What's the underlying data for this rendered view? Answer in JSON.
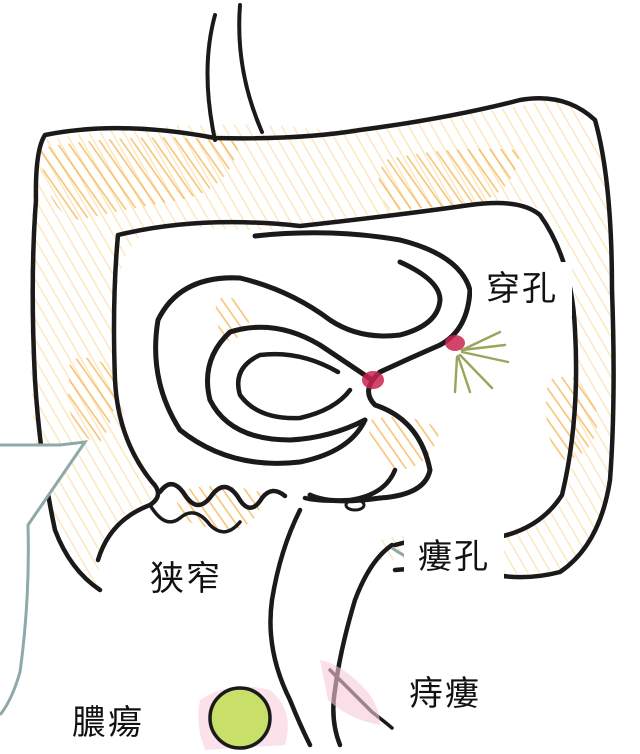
{
  "labels": {
    "perforation": "穿孔",
    "fistula": "瘻孔",
    "stenosis": "狭窄",
    "anal_fistula": "痔瘻",
    "abscess": "膿瘍"
  },
  "colors": {
    "outline": "#1a1a1a",
    "orange_shading": "#f3b24a",
    "perforation_red": "#c8244f",
    "abscess_green": "#c8e06a",
    "callout_border": "#8fa8a8",
    "label_bg": "#ffffff"
  }
}
